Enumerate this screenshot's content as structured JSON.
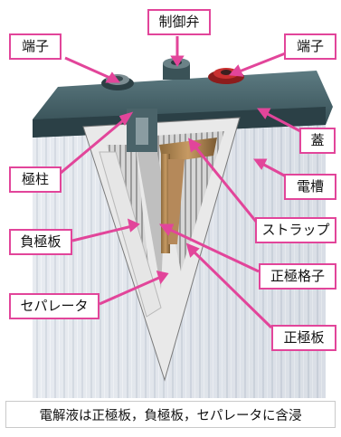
{
  "labels": {
    "control_valve": "制御弁",
    "terminal_left": "端子",
    "terminal_right": "端子",
    "lid": "蓋",
    "container": "電槽",
    "pole": "極柱",
    "strap": "ストラップ",
    "negative_plate": "負極板",
    "positive_grid": "正極格子",
    "separator": "セパレータ",
    "positive_plate": "正極板"
  },
  "caption": "電解液は正極板，負極板，セパレータに含浸",
  "colors": {
    "accent": "#e2459a",
    "lid": "#3f5c63",
    "container": "#d9dfe6"
  }
}
